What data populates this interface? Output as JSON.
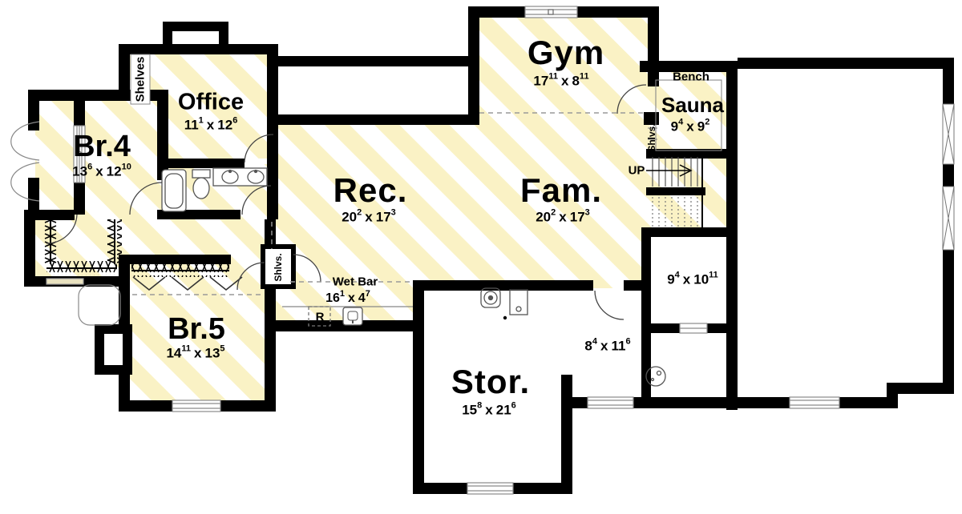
{
  "plan": {
    "type": "basement-floor-plan",
    "colors": {
      "stripe": "#faf2c5",
      "wall": "#000000",
      "thin_line": "#555555"
    },
    "labels": {
      "x_sep": "x",
      "up": "UP",
      "bench": "Bench",
      "shelves": "Shelves",
      "shlvs_sauna": "Shlvs.",
      "shlvs_hall": "Shlvs.",
      "fridge": "R",
      "wet_bar": "Wet Bar"
    },
    "rooms": [
      {
        "id": "br4",
        "name": "Br.4",
        "w_ft": "13",
        "w_in": "6",
        "l_ft": "12",
        "l_in": "10"
      },
      {
        "id": "office",
        "name": "Office",
        "w_ft": "11",
        "w_in": "1",
        "l_ft": "12",
        "l_in": "6"
      },
      {
        "id": "gym",
        "name": "Gym",
        "w_ft": "17",
        "w_in": "11",
        "l_ft": "8",
        "l_in": "11"
      },
      {
        "id": "sauna",
        "name": "Sauna",
        "w_ft": "9",
        "w_in": "4",
        "l_ft": "9",
        "l_in": "2"
      },
      {
        "id": "rec",
        "name": "Rec.",
        "w_ft": "20",
        "w_in": "2",
        "l_ft": "17",
        "l_in": "3"
      },
      {
        "id": "fam",
        "name": "Fam.",
        "w_ft": "20",
        "w_in": "2",
        "l_ft": "17",
        "l_in": "3"
      },
      {
        "id": "br5",
        "name": "Br.5",
        "w_ft": "14",
        "w_in": "11",
        "l_ft": "13",
        "l_in": "5"
      },
      {
        "id": "wet_bar",
        "name": "Wet Bar",
        "w_ft": "16",
        "w_in": "1",
        "l_ft": "4",
        "l_in": "7"
      },
      {
        "id": "stor",
        "name": "Stor.",
        "w_ft": "15",
        "w_in": "8",
        "l_ft": "21",
        "l_in": "6"
      },
      {
        "id": "mech",
        "name": "",
        "w_ft": "8",
        "w_in": "4",
        "l_ft": "11",
        "l_in": "6"
      },
      {
        "id": "under_stair",
        "name": "",
        "w_ft": "9",
        "w_in": "4",
        "l_ft": "10",
        "l_in": "11"
      }
    ]
  }
}
